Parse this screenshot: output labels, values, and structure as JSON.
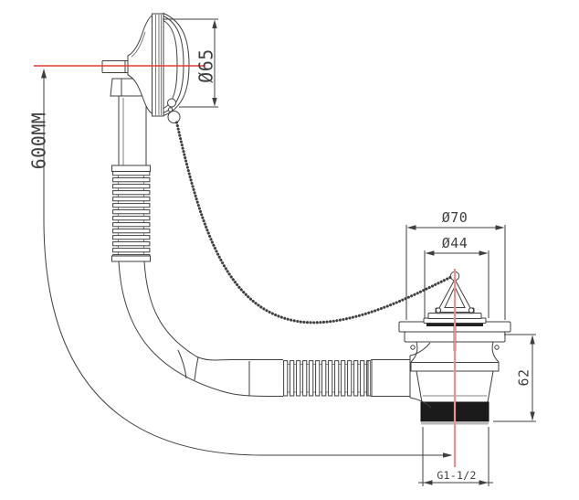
{
  "drawing": {
    "type": "technical-drawing",
    "subject": "bath waste and overflow kit with plug, chain and flexible hose",
    "labels": {
      "hose_length": "600MM",
      "overflow_dia": "Ø65",
      "waste_flange_dia": "Ø70",
      "plug_dia": "Ø44",
      "waste_height": "62",
      "thread": "G1-1/2"
    },
    "colors": {
      "line": "#3f3f3f",
      "centerline_red": "#e63a30",
      "centerline_light_red": "#f08f8b",
      "thread_fill": "#1b1b1b",
      "background": "#ffffff"
    }
  }
}
